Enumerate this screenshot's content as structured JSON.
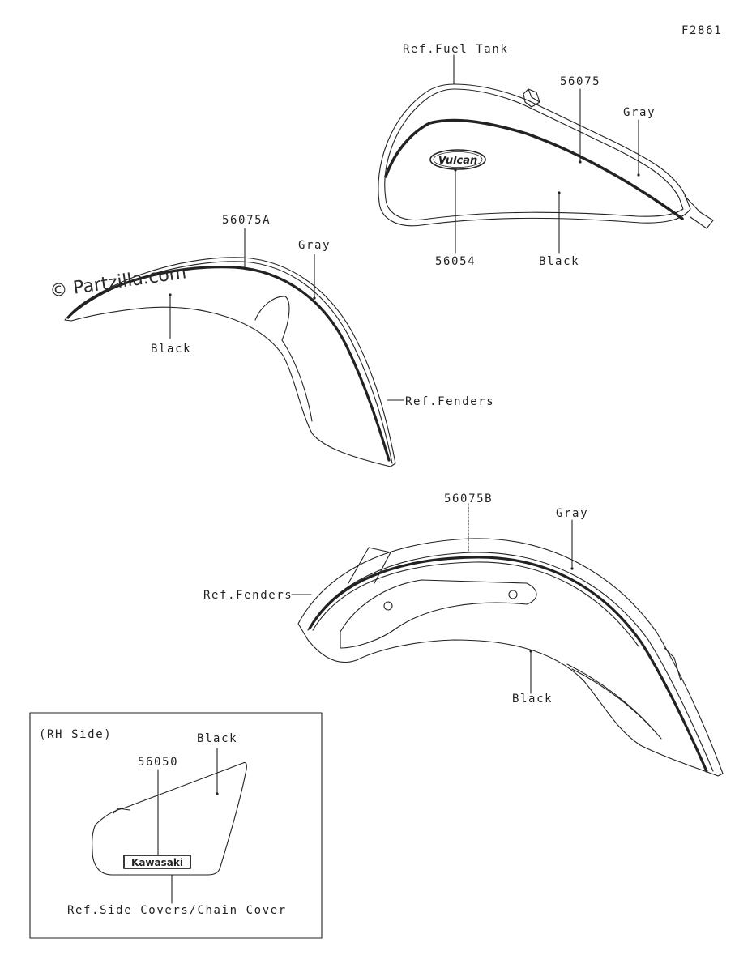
{
  "figure_code": "F2861",
  "watermark": "© Partzilla.com",
  "fuel_tank": {
    "ref_label": "Ref.Fuel Tank",
    "part_number": "56075",
    "color_upper": "Gray",
    "emblem_part_number": "56054",
    "color_lower": "Black",
    "emblem_text": "Vulcan"
  },
  "front_fender": {
    "part_number": "56075A",
    "color_upper": "Gray",
    "color_lower": "Black",
    "ref_label": "Ref.Fenders"
  },
  "rear_fender": {
    "part_number": "56075B",
    "color_upper": "Gray",
    "ref_label": "Ref.Fenders",
    "color_lower": "Black"
  },
  "side_cover": {
    "side_label": "(RH Side)",
    "color": "Black",
    "part_number": "56050",
    "emblem_text": "Kawasaki",
    "ref_label": "Ref.Side Covers/Chain Cover"
  }
}
